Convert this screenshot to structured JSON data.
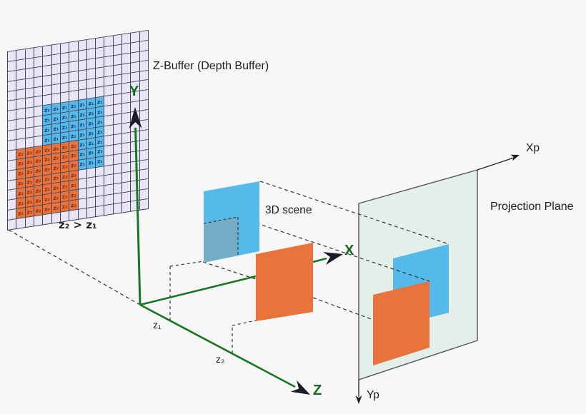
{
  "labels": {
    "zbuffer_title": "Z-Buffer (Depth Buffer)",
    "condition": "z₂ > z₁",
    "scene": "3D scene",
    "projection_plane": "Projection Plane",
    "axis_x": "X",
    "axis_y": "Y",
    "axis_z": "Z",
    "axis_xp": "Xp",
    "axis_yp": "Yp",
    "z1_marker": "z₁",
    "z2_marker": "z₂"
  },
  "colors": {
    "near_fill": "#55b9e9",
    "far_fill": "#e8733c",
    "occluded_fill": "#74aec6",
    "plane_fill": "#e3efe9",
    "cell_empty": "#e8e5f4",
    "grid_line": "#44445a",
    "axis_green": "#17761f",
    "axis_label_green": "#14691a",
    "arrow_black": "#1c1c28",
    "dash_gray": "#333333",
    "z1_text": "#14386e",
    "z2_text": "#8a2a0a"
  },
  "grid": {
    "cols": 16,
    "rows": 18,
    "cell_label_near": "z₁",
    "cell_label_far": "z₂",
    "near_block": {
      "row_start": 7,
      "row_end": 13,
      "col_start": 5,
      "col_end": 11
    },
    "far_block": {
      "row_start": 11,
      "row_end": 17,
      "col_start": 2,
      "col_end": 8
    }
  }
}
